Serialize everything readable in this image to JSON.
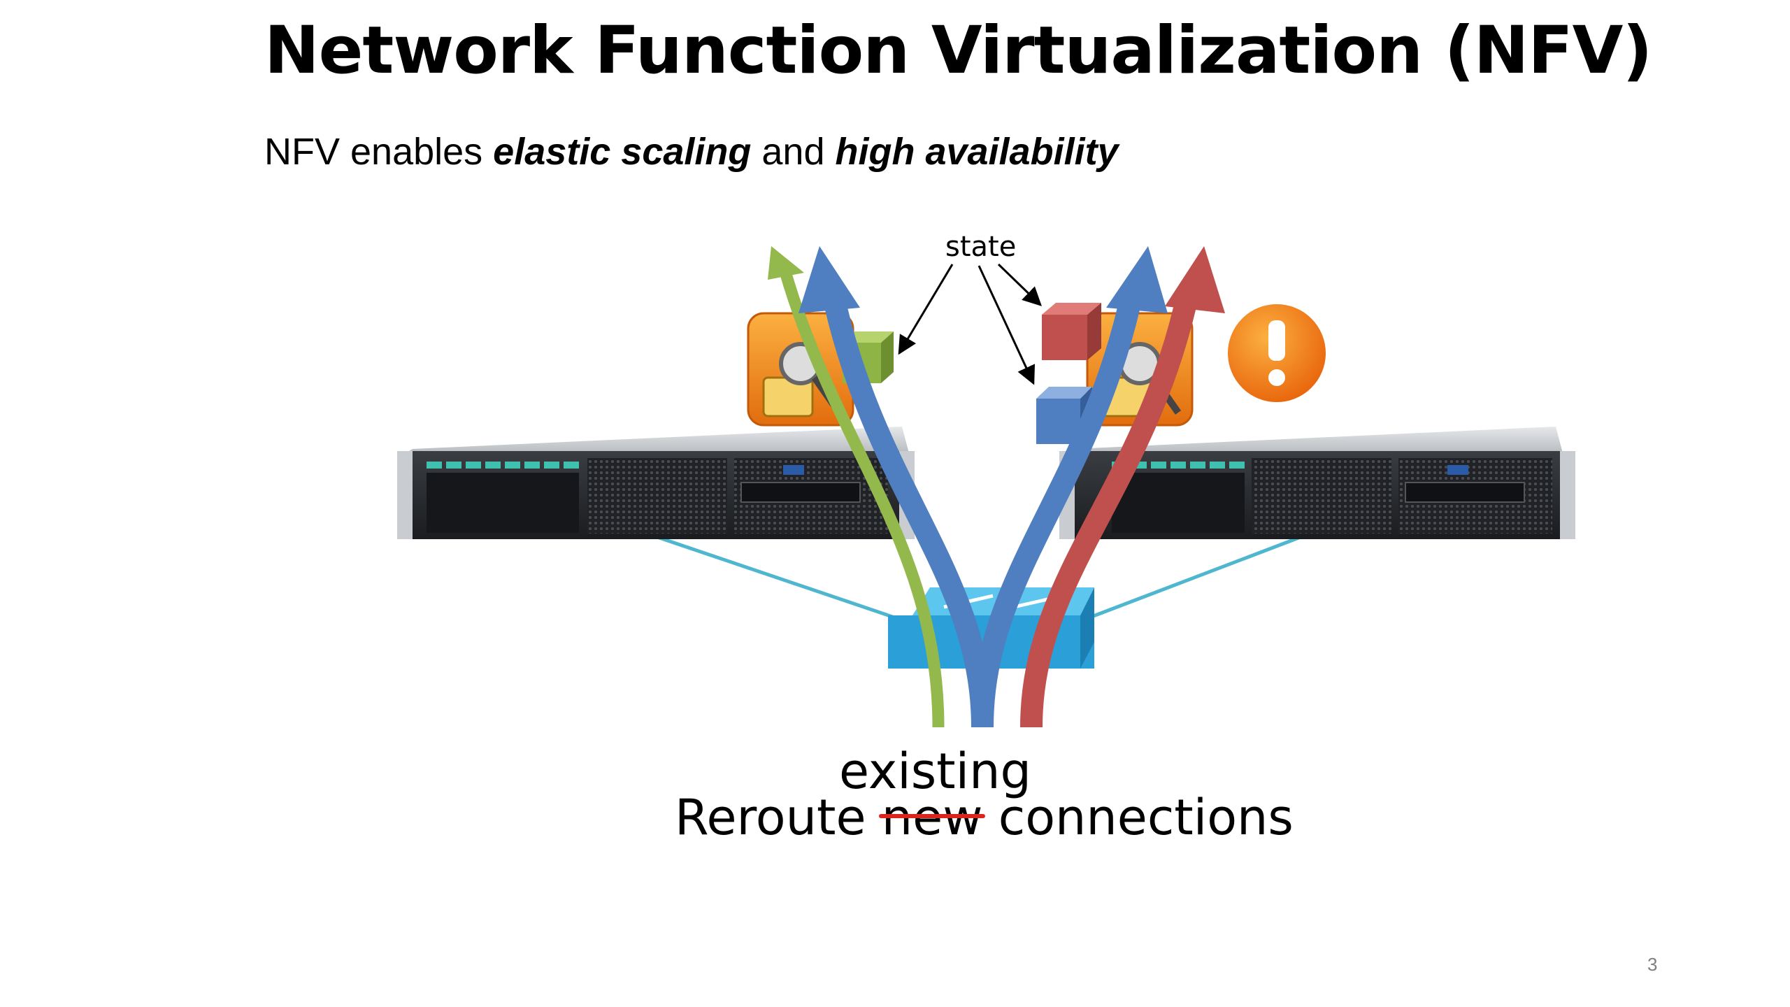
{
  "slide": {
    "title": "Network Function Virtualization (NFV)",
    "subtitle": {
      "prefix": "NFV enables ",
      "emphasis_1": "elastic scaling",
      "middle": " and ",
      "emphasis_2": "high availability"
    },
    "page_number": "3"
  },
  "diagram": {
    "state_label": "state",
    "caption_insert": "existing",
    "caption_before": "Reroute ",
    "caption_struck": "new",
    "caption_after": " connections",
    "colors": {
      "flow_green": "#93b84b",
      "flow_blue": "#4f7fc0",
      "flow_red": "#c0504d",
      "switch_blue": "#2a9fd8",
      "link_cyan": "#4fb6cf",
      "nf_orange": "#f08a1c",
      "alert_orange": "#f47a12",
      "strike_red": "#d9251d"
    }
  }
}
